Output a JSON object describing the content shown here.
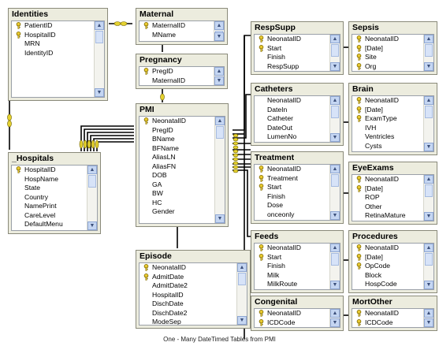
{
  "caption": "One - Many DateTimed Tables from PMI",
  "tables": {
    "identities": {
      "title": "Identities",
      "rows": [
        {
          "label": "PatientID",
          "pk": true
        },
        {
          "label": "HospitalID",
          "pk": true
        },
        {
          "label": "MRN",
          "pk": false
        },
        {
          "label": "IdentityID",
          "pk": false
        }
      ]
    },
    "maternal": {
      "title": "Maternal",
      "rows": [
        {
          "label": "MaternalID",
          "pk": true
        },
        {
          "label": "MName",
          "pk": false
        }
      ]
    },
    "pregnancy": {
      "title": "Pregnancy",
      "rows": [
        {
          "label": "PregID",
          "pk": true
        },
        {
          "label": "MaternalID",
          "pk": false
        }
      ]
    },
    "pmi": {
      "title": "PMI",
      "rows": [
        {
          "label": "NeonatalID",
          "pk": true
        },
        {
          "label": "PregID",
          "pk": false
        },
        {
          "label": "BName",
          "pk": false
        },
        {
          "label": "BFName",
          "pk": false
        },
        {
          "label": "AliasLN",
          "pk": false
        },
        {
          "label": "AliasFN",
          "pk": false
        },
        {
          "label": "DOB",
          "pk": false
        },
        {
          "label": "GA",
          "pk": false
        },
        {
          "label": "BW",
          "pk": false
        },
        {
          "label": "HC",
          "pk": false
        },
        {
          "label": "Gender",
          "pk": false
        }
      ]
    },
    "hospitals": {
      "title": "_Hospitals",
      "rows": [
        {
          "label": "HospitalID",
          "pk": true
        },
        {
          "label": "HospName",
          "pk": false
        },
        {
          "label": "State",
          "pk": false
        },
        {
          "label": "Country",
          "pk": false
        },
        {
          "label": "NamePrint",
          "pk": false
        },
        {
          "label": "CareLevel",
          "pk": false
        },
        {
          "label": "DefaultMenu",
          "pk": false
        }
      ]
    },
    "episode": {
      "title": "Episode",
      "rows": [
        {
          "label": "NeonatalID",
          "pk": true
        },
        {
          "label": "AdmitDate",
          "pk": true
        },
        {
          "label": "AdmitDate2",
          "pk": false
        },
        {
          "label": "HospitalID",
          "pk": false
        },
        {
          "label": "DischDate",
          "pk": false
        },
        {
          "label": "DischDate2",
          "pk": false
        },
        {
          "label": "ModeSep",
          "pk": false
        }
      ]
    },
    "respsupp": {
      "title": "RespSupp",
      "rows": [
        {
          "label": "NeonatalID",
          "pk": true
        },
        {
          "label": "Start",
          "pk": true
        },
        {
          "label": "Finish",
          "pk": false
        },
        {
          "label": "RespSupp",
          "pk": false
        }
      ]
    },
    "sepsis": {
      "title": "Sepsis",
      "rows": [
        {
          "label": "NeonatalID",
          "pk": true
        },
        {
          "label": "[Date]",
          "pk": true
        },
        {
          "label": "Site",
          "pk": true
        },
        {
          "label": "Org",
          "pk": true
        }
      ]
    },
    "catheters": {
      "title": "Catheters",
      "rows": [
        {
          "label": "NeonatalID",
          "pk": false
        },
        {
          "label": "DateIn",
          "pk": false
        },
        {
          "label": "Catheter",
          "pk": false
        },
        {
          "label": "DateOut",
          "pk": false
        },
        {
          "label": "LumenNo",
          "pk": false
        }
      ]
    },
    "brain": {
      "title": "Brain",
      "rows": [
        {
          "label": "NeonatalID",
          "pk": true
        },
        {
          "label": "[Date]",
          "pk": true
        },
        {
          "label": "ExamType",
          "pk": true
        },
        {
          "label": "IVH",
          "pk": false
        },
        {
          "label": "Ventricles",
          "pk": false
        },
        {
          "label": "Cysts",
          "pk": false
        }
      ]
    },
    "treatment": {
      "title": "Treatment",
      "rows": [
        {
          "label": "NeonatalID",
          "pk": true
        },
        {
          "label": "Treatment",
          "pk": true
        },
        {
          "label": "Start",
          "pk": true
        },
        {
          "label": "Finish",
          "pk": false
        },
        {
          "label": "Dose",
          "pk": false
        },
        {
          "label": "onceonly",
          "pk": false
        }
      ]
    },
    "eyeexams": {
      "title": "EyeExams",
      "rows": [
        {
          "label": "NeonatalID",
          "pk": true
        },
        {
          "label": "[Date]",
          "pk": true
        },
        {
          "label": "ROP",
          "pk": false
        },
        {
          "label": "Other",
          "pk": false
        },
        {
          "label": "RetinaMature",
          "pk": false
        }
      ]
    },
    "feeds": {
      "title": "Feeds",
      "rows": [
        {
          "label": "NeonatalID",
          "pk": true
        },
        {
          "label": "Start",
          "pk": true
        },
        {
          "label": "Finish",
          "pk": false
        },
        {
          "label": "Milk",
          "pk": false
        },
        {
          "label": "MilkRoute",
          "pk": false
        }
      ]
    },
    "procedures": {
      "title": "Procedures",
      "rows": [
        {
          "label": "NeonatalID",
          "pk": true
        },
        {
          "label": "[Date]",
          "pk": true
        },
        {
          "label": "OpCode",
          "pk": true
        },
        {
          "label": "Block",
          "pk": false
        },
        {
          "label": "HospCode",
          "pk": false
        }
      ]
    },
    "congenital": {
      "title": "Congenital",
      "rows": [
        {
          "label": "NeonatalID",
          "pk": true
        },
        {
          "label": "ICDCode",
          "pk": true
        }
      ]
    },
    "mortother": {
      "title": "MortOther",
      "rows": [
        {
          "label": "NeonatalID",
          "pk": true
        },
        {
          "label": "ICDCode",
          "pk": true
        }
      ]
    }
  }
}
